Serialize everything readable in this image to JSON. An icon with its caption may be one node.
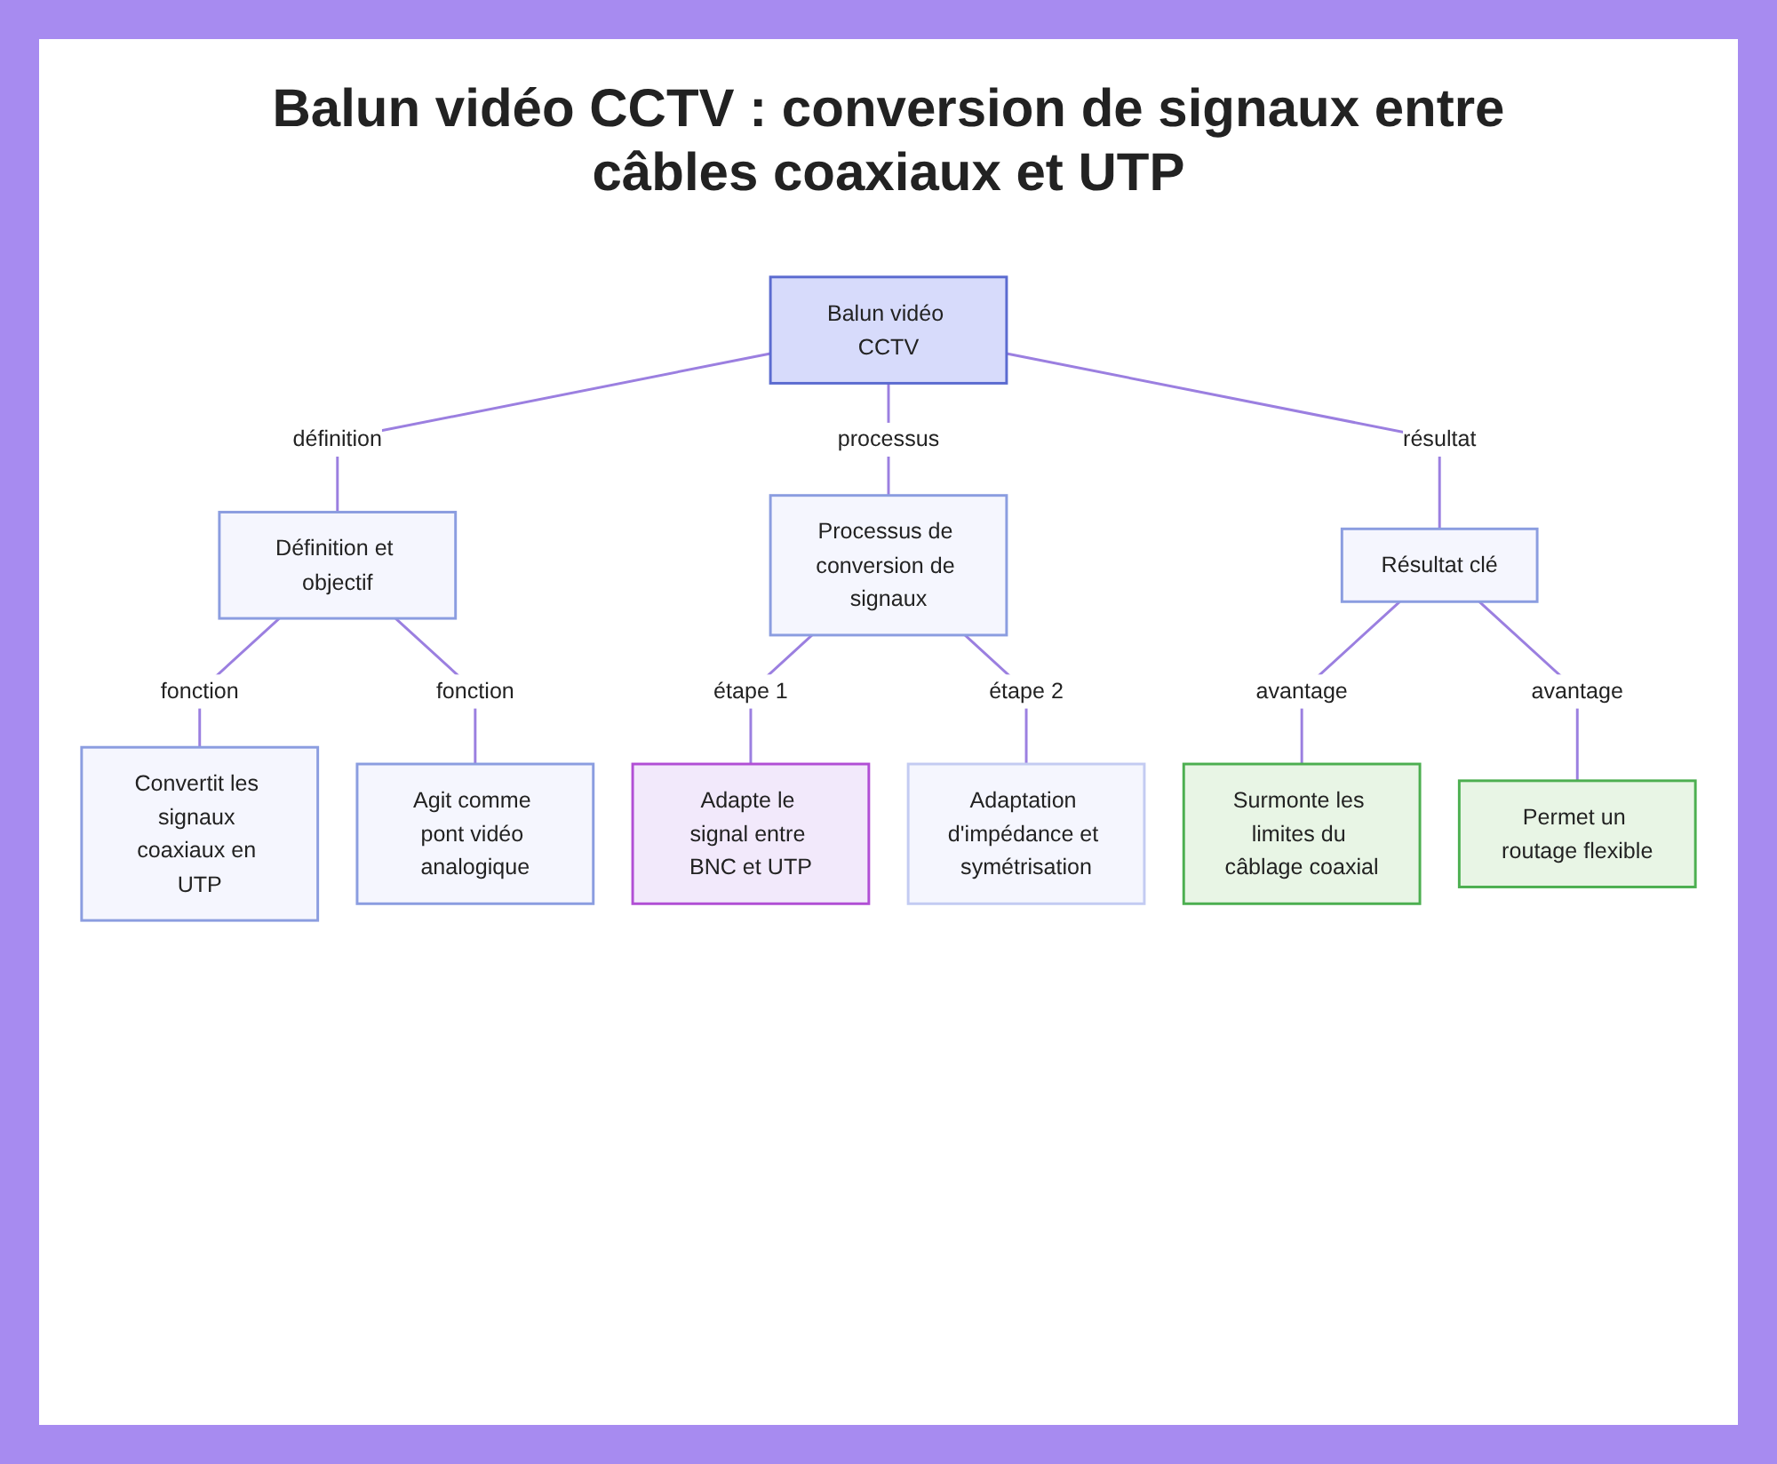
{
  "diagram": {
    "title": "Balun vidéo CCTV : conversion de signaux entre câbles coaxiaux et UTP",
    "nodes": [
      {
        "text": [
          "Balun vidéo CCTV"
        ]
      },
      {
        "text": [
          "Définition et objectif"
        ]
      },
      {
        "text": [
          "Processus de conversion de signaux"
        ]
      },
      {
        "text": [
          "Résultat clé"
        ]
      },
      {
        "text": [
          "Convertit les signaux coaxiaux en UTP"
        ]
      },
      {
        "text": [
          "Agit comme pont vidéo analogique"
        ]
      },
      {
        "text": [
          "Adapte le signal entre BNC et UTP"
        ]
      },
      {
        "text": [
          "Adaptation d'impédance et symétrisation"
        ]
      },
      {
        "text": [
          "Surmonte les limites du câblage coaxial"
        ]
      },
      {
        "text": [
          "Permet un routage flexible"
        ]
      }
    ],
    "edges": [
      {
        "from": 0,
        "to": 1,
        "arrow": "none",
        "label": "définition"
      },
      {
        "from": 0,
        "to": 2,
        "arrow": "none",
        "label": "processus"
      },
      {
        "from": 0,
        "to": 3,
        "arrow": "none",
        "label": "résultat"
      },
      {
        "from": 1,
        "to": 4,
        "arrow": "none",
        "label": "fonction"
      },
      {
        "from": 1,
        "to": 5,
        "arrow": "none",
        "label": "fonction"
      },
      {
        "from": 2,
        "to": 6,
        "arrow": "none",
        "label": "étape 1"
      },
      {
        "from": 2,
        "to": 7,
        "arrow": "none",
        "label": "étape 2"
      },
      {
        "from": 3,
        "to": 8,
        "arrow": "none",
        "label": "avantage"
      },
      {
        "from": 3,
        "to": 9,
        "arrow": "none",
        "label": "avantage"
      }
    ]
  }
}
